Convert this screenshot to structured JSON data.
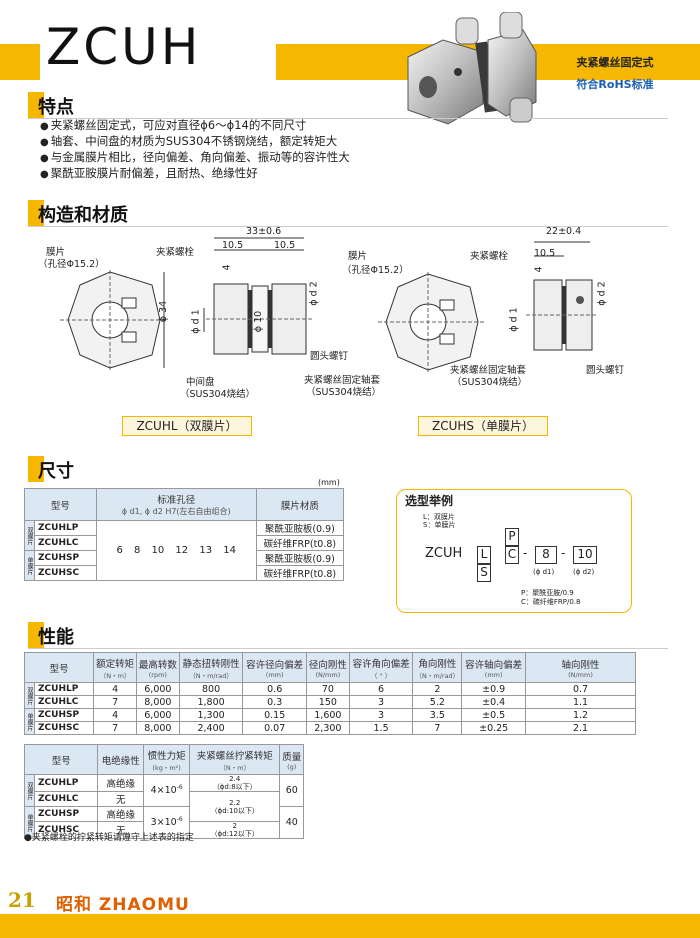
{
  "header": {
    "title": "ZCUH",
    "tag_type": "夹紧螺丝固定式",
    "tag_rohs": "符合RoHS标准"
  },
  "features": {
    "heading": "特点",
    "items": [
      "夹紧螺丝固定式，可应对直径ϕ6～ϕ14的不同尺寸",
      "轴套、中间盘的材质为SUS304不锈钢烧结，额定转矩大",
      "与金属膜片相比，径向偏差、角向偏差、振动等的容许性大",
      "聚酰亚胺膜片耐偏差，且耐热、绝缘性好"
    ]
  },
  "structure": {
    "heading": "构造和材质",
    "left": {
      "diaphragm": "膜片",
      "hole": "（孔径Φ15.2）",
      "clamp_bolt": "夹紧螺栓",
      "dim_total": "33±0.6",
      "dim_a": "10.5",
      "dim_b": "10.5",
      "dim_4": "4",
      "d1": "ϕ d 1",
      "d2": "ϕ d 2",
      "d10": "ϕ 10",
      "d34": "ϕ 34",
      "round_screw": "圆头螺钉",
      "middle_disc": "中间盘",
      "middle_disc_mat": "（SUS304烧结）",
      "clamp_sleeve": "夹紧螺丝固定轴套",
      "clamp_sleeve_mat": "（SUS304烧结）",
      "caption": "ZCUHL（双膜片）"
    },
    "right": {
      "diaphragm": "膜片",
      "hole": "（孔径Φ15.2）",
      "clamp_bolt": "夹紧螺栓",
      "dim_total": "22±0.4",
      "dim_a": "10.5",
      "dim_4": "4",
      "d1": "ϕ d 1",
      "d2": "ϕ d 2",
      "clamp_sleeve": "夹紧螺丝固定轴套",
      "clamp_sleeve_mat": "（SUS304烧结）",
      "round_screw": "圆头螺钉",
      "caption": "ZCUHS（单膜片）"
    }
  },
  "dimensions": {
    "heading": "尺寸",
    "unit": "(mm)",
    "col_model": "型号",
    "col_bore": "标准孔径",
    "col_bore_sub": "ϕ d1, ϕ d2 H7(左右自由组合)",
    "col_material": "膜片材质",
    "bore_values": "6 8 10 12 13 14",
    "rows": [
      {
        "side": "双膜片",
        "model": "ZCUHLP",
        "material": "聚酰亚胺板(0.9)"
      },
      {
        "side": "双膜片",
        "model": "ZCUHLC",
        "material": "碳纤维FRP(t0.8)"
      },
      {
        "side": "单膜片",
        "model": "ZCUHSP",
        "material": "聚酰亚胺板(0.9)"
      },
      {
        "side": "单膜片",
        "model": "ZCUHSC",
        "material": "碳纤维FRP(t0.8)"
      }
    ]
  },
  "example": {
    "title": "选型举例",
    "note_l": "L：双膜片",
    "note_s": "S：单膜片",
    "prefix": "ZCUH",
    "box_l": "L",
    "box_s": "S",
    "box_p": "P",
    "box_c": "C",
    "dash1": "-",
    "d1_value": "8",
    "dash2": "-",
    "d2_value": "10",
    "d1_label": "(ϕ d1)",
    "d2_label": "(ϕ d2)",
    "note_p": "P：聚酰亚胺/0.9",
    "note_c": "C：碳纤维FRP/0.8"
  },
  "performance": {
    "heading": "性能",
    "headers": [
      {
        "t": "型号",
        "u": ""
      },
      {
        "t": "额定转矩",
        "u": "（N・m）"
      },
      {
        "t": "最高转数",
        "u": "(rpm)"
      },
      {
        "t": "静态扭转刚性",
        "u": "（N・m/rad）"
      },
      {
        "t": "容许径向偏差",
        "u": "(mm)"
      },
      {
        "t": "径向刚性",
        "u": "(N/mm)"
      },
      {
        "t": "容许角向偏差",
        "u": "（ ° ）"
      },
      {
        "t": "角向刚性",
        "u": "（N・m/rad）"
      },
      {
        "t": "容许轴向偏差",
        "u": "(mm)"
      },
      {
        "t": "轴向刚性",
        "u": "(N/mm)"
      }
    ],
    "rows": [
      {
        "side": "双膜片",
        "cells": [
          "ZCUHLP",
          "4",
          "6,000",
          "800",
          "0.6",
          "70",
          "6",
          "2",
          "±0.9",
          "0.7"
        ]
      },
      {
        "side": "双膜片",
        "cells": [
          "ZCUHLC",
          "7",
          "8,000",
          "1,800",
          "0.3",
          "150",
          "3",
          "5.2",
          "±0.4",
          "1.1"
        ]
      },
      {
        "side": "单膜片",
        "cells": [
          "ZCUHSP",
          "4",
          "6,000",
          "1,300",
          "0.15",
          "1,600",
          "3",
          "3.5",
          "±0.5",
          "1.2"
        ]
      },
      {
        "side": "单膜片",
        "cells": [
          "ZCUHSC",
          "7",
          "8,000",
          "2,400",
          "0.07",
          "2,300",
          "1.5",
          "7",
          "±0.25",
          "2.1"
        ]
      }
    ]
  },
  "performance2": {
    "h_model": "型号",
    "h_insulation": "电绝缘性",
    "h_inertia": "惯性力矩",
    "h_inertia_u": "(kg・m²)",
    "h_torque": "夹紧螺丝拧紧转矩",
    "h_torque_u": "（N・m）",
    "h_mass": "质量",
    "h_mass_u": "(g)",
    "rows": [
      {
        "side": "双膜片",
        "model": "ZCUHLP",
        "insulation": "高绝缘"
      },
      {
        "side": "双膜片",
        "model": "ZCUHLC",
        "insulation": "无"
      },
      {
        "side": "单膜片",
        "model": "ZCUHSP",
        "insulation": "高绝缘"
      },
      {
        "side": "单膜片",
        "model": "ZCUHSC",
        "insulation": "无"
      }
    ],
    "inertia_l": "4×10",
    "inertia_l_exp": "-6",
    "inertia_s": "3×10",
    "inertia_s_exp": "-6",
    "torque_1": "2.4",
    "torque_1_note": "（ϕd:8以下）",
    "torque_2": "2.2",
    "torque_2_note": "（ϕd:10以下）",
    "torque_3": "2",
    "torque_3_note": "（ϕd:12以下）",
    "mass_l": "60",
    "mass_s": "40",
    "footnote": "●夹紧螺栓的拧紧转矩请遵守上述表的指定"
  },
  "footer": {
    "page": "21",
    "brand_cn": "昭和",
    "brand_en": "ZHAOMU"
  }
}
